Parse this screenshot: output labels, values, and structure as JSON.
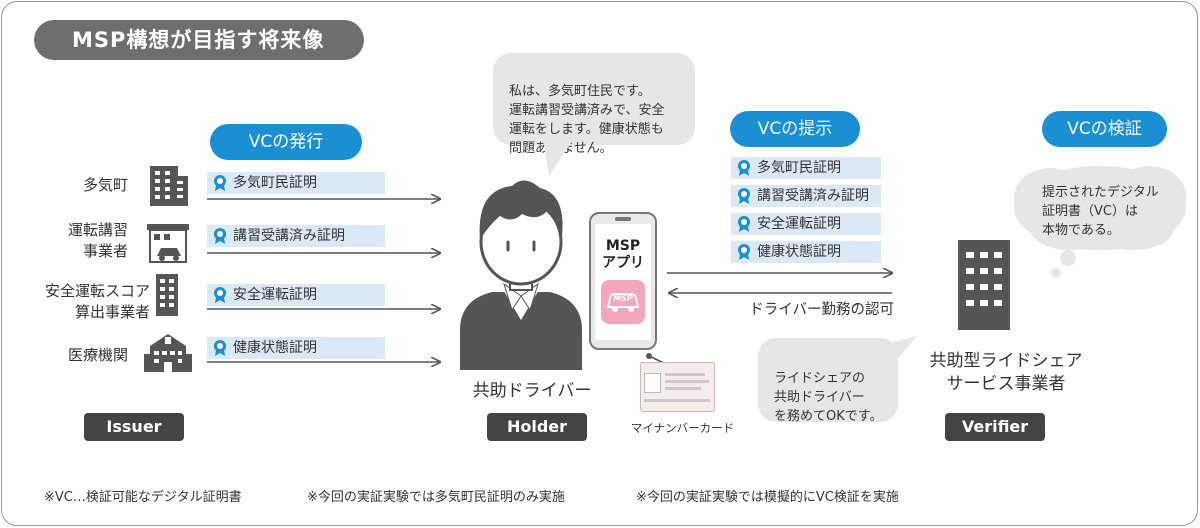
{
  "title": "MSP構想が目指す将来像",
  "issue_label": "VCの発行",
  "present_label": "VCの提示",
  "verify_label": "VCの検証",
  "issuers": [
    {
      "name": "多気町",
      "cert": "多気町民証明"
    },
    {
      "name": "運転講習\n事業者",
      "cert": "講習受講済み証明"
    },
    {
      "name": "安全運転スコア\n算出事業者",
      "cert": "安全運転証明"
    },
    {
      "name": "医療機関",
      "cert": "健康状態証明"
    }
  ],
  "presented_certs": [
    "多気町民証明",
    "講習受講済み証明",
    "安全運転証明",
    "健康状態証明"
  ],
  "holder_speech": "私は、多気町住民です。\n運転講習受講済みで、安全\n運転をします。健康状態も\n問題ありません。",
  "holder_name": "共助ドライバー",
  "app_label": "MSP\nアプリ",
  "app_logo": "MSP",
  "card_label": "マイナンバーカード",
  "approval_label": "ドライバー勤務の認可",
  "verifier_thought": "提示されたデジタル\n証明書（VC）は\n本物である。",
  "verifier_speech": "ライドシェアの\n共助ドライバー\nを務めてOKです。",
  "verifier_name": "共助型ライドシェア\nサービス事業者",
  "roles": {
    "issuer": "Issuer",
    "holder": "Holder",
    "verifier": "Verifier"
  },
  "footnotes": [
    "※VC…検証可能なデジタル証明書",
    "※今回の実証実験では多気町民証明のみ実施",
    "※今回の実証実験では模擬的にVC検証を実施"
  ],
  "colors": {
    "accent": "#1a8fd4",
    "cert_bg": "#dbe9f6",
    "dark": "#444444",
    "bubble": "#e6e6e6",
    "app_pink": "#f4a6bd"
  }
}
